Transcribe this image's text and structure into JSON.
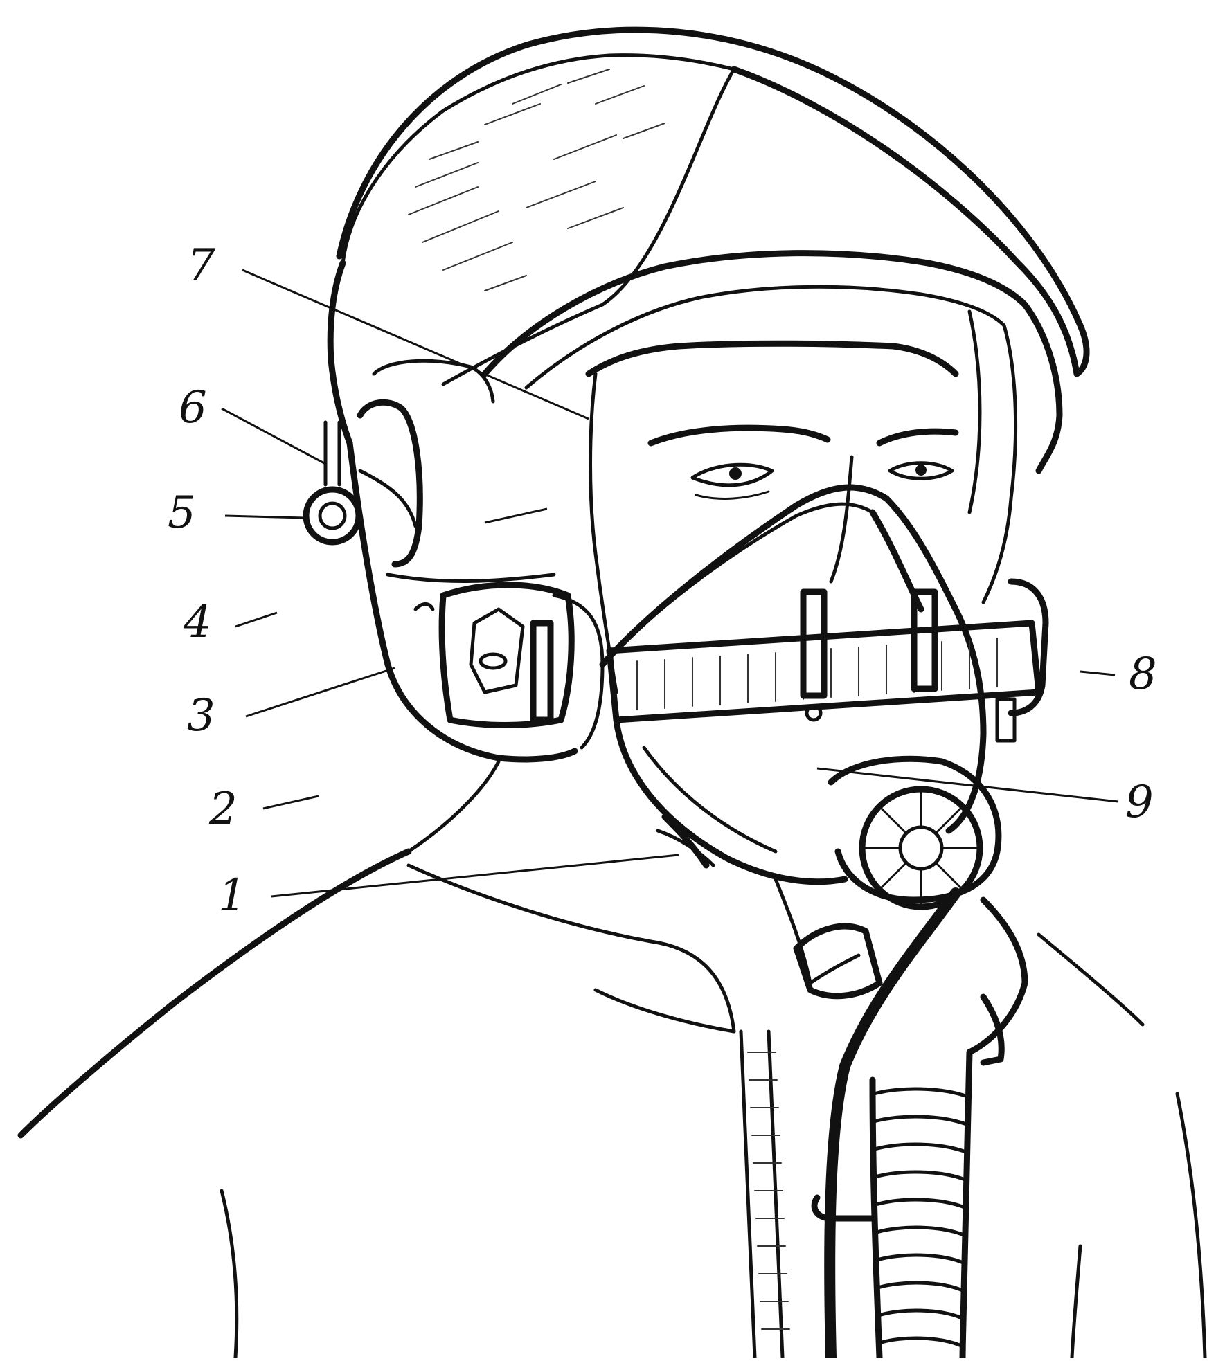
{
  "figure": {
    "labels": [
      {
        "id": "1",
        "text": "1"
      },
      {
        "id": "2",
        "text": "2"
      },
      {
        "id": "3",
        "text": "3"
      },
      {
        "id": "4",
        "text": "4"
      },
      {
        "id": "5",
        "text": "5"
      },
      {
        "id": "6",
        "text": "6"
      },
      {
        "id": "7",
        "text": "7"
      },
      {
        "id": "8",
        "text": "8"
      },
      {
        "id": "9",
        "text": "9"
      }
    ]
  },
  "colors": {
    "ink": "#111111",
    "background": "#ffffff"
  }
}
